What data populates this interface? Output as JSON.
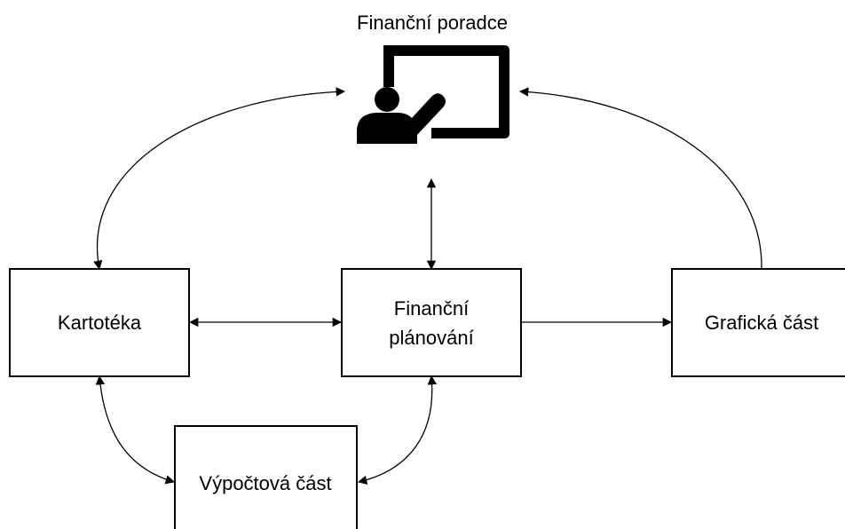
{
  "diagram": {
    "top_label": "Finanční poradce",
    "advisor_icon": "presenter-at-board-icon",
    "nodes": {
      "kartoteka": "Kartotéka",
      "financni_planovani_line1": "Finanční",
      "financni_planovani_line2": "plánování",
      "graficka_cast": "Grafická část",
      "vypoctova_cast": "Výpočtová část"
    },
    "colors": {
      "stroke": "#000000",
      "background": "#ffffff"
    }
  }
}
